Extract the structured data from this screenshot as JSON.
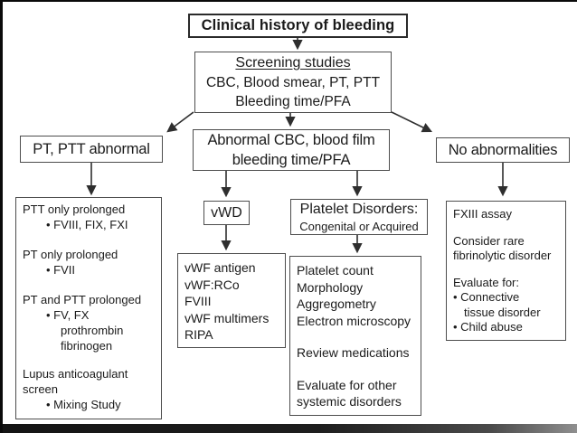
{
  "nodes": {
    "clinical_history": "Clinical history of bleeding",
    "screening": {
      "title": "Screening studies",
      "line1": "CBC, Blood smear, PT, PTT",
      "line2": "Bleeding time/PFA"
    },
    "pt_ptt_abnormal": "PT, PTT abnormal",
    "abnormal_cbc": {
      "line1": "Abnormal CBC, blood film",
      "line2": "bleeding time/PFA"
    },
    "no_abnormalities": "No abnormalities",
    "vwd": "vWD",
    "platelet_disorders": {
      "line1": "Platelet Disorders:",
      "line2": "Congenital or Acquired"
    }
  },
  "panels": {
    "coagulation": {
      "s1_title": "PTT only prolonged",
      "s1_item": "• FVIII, FIX, FXI",
      "s2_title": "PT only prolonged",
      "s2_item": "• FVII",
      "s3_title": "PT and PTT prolonged",
      "s3_item": "• FV, FX",
      "s3_cont1": "prothrombin",
      "s3_cont2": "fibrinogen",
      "s4_title1": "Lupus anticoagulant",
      "s4_title2": "screen",
      "s4_item": "• Mixing Study"
    },
    "vwd_workup": [
      "vWF antigen",
      "vWF:RCo",
      "FVIII",
      "vWF multimers",
      "RIPA"
    ],
    "platelet_workup": {
      "test1": "Platelet count",
      "test2": "Morphology",
      "test3": "Aggregometry",
      "test4": "Electron microscopy",
      "review": "Review medications",
      "evaluate1": "Evaluate for other",
      "evaluate2": "systemic disorders"
    },
    "no_abnormality_workup": {
      "assay": "FXIII assay",
      "consider1": "Consider rare",
      "consider2": "fibrinolytic disorder",
      "evaluate": "Evaluate for:",
      "item1a": "• Connective",
      "item1b": "tissue disorder",
      "item2": "• Child abuse"
    }
  },
  "colors": {
    "line": "#2e2e2e",
    "border": "#4d4d4d",
    "text": "#1b1b1b"
  }
}
